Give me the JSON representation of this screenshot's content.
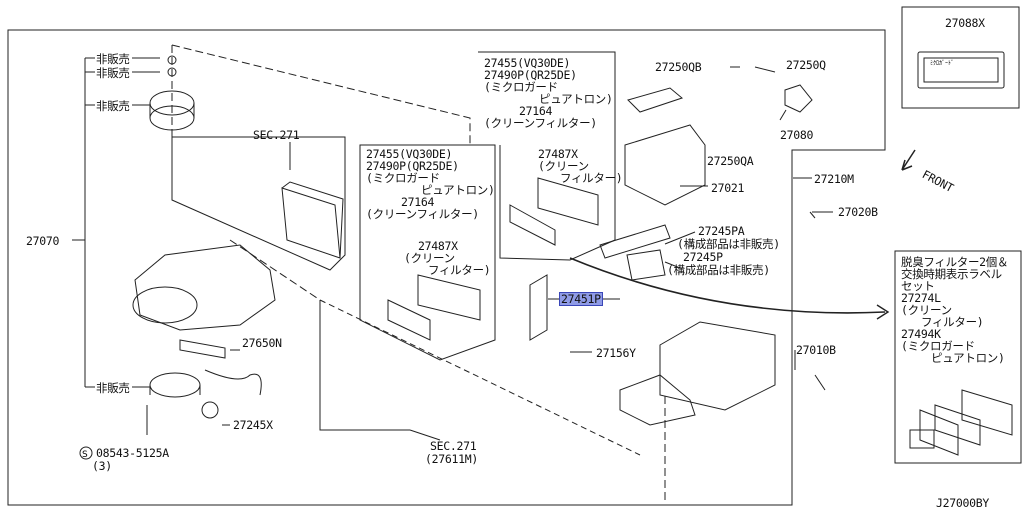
{
  "labels": {
    "p27088x": "27088X",
    "hihanbai1": "非販売",
    "hihanbai2": "非販売",
    "hihanbai3": "非販売",
    "hihanbai4": "非販売",
    "sec271_top": "SEC.271",
    "p27070": "27070",
    "p27650n": "27650N",
    "p27245x": "27245X",
    "screw_code": "08543-5125A",
    "screw_qty": "(3)",
    "sec271_bottom": "SEC.271",
    "sec271_bottom_sub": "(27611M)",
    "p27250qb": "27250QB",
    "p27250q": "27250Q",
    "p27080": "27080",
    "p27250qa": "27250QA",
    "p27021": "27021",
    "p27210m": "27210M",
    "p27020b": "27020B",
    "front": "FRONT",
    "p27245pa": "27245PA",
    "p27245pa_note": "(構成部品は非販売)",
    "p27245p": "27245P",
    "p27245p_note": "(構成部品は非販売)",
    "p27451p": "27451P",
    "p27156y": "27156Y",
    "p27010b": "27010B",
    "ref": "J27000BY"
  },
  "filter_box_upper": [
    "27455(VQ30DE)",
    "27490P(QR25DE)",
    "(ミクロガード",
    "ピュアトロン)",
    "27164",
    "(クリーンフィルター)"
  ],
  "filter_box_upper_sub": [
    "27487X",
    "(クリーン",
    "フィルター)"
  ],
  "filter_box_mid": [
    "27455(VQ30DE)",
    "27490P(QR25DE)",
    "(ミクロガード",
    "ピュアトロン)",
    "27164",
    "(クリーンフィルター)"
  ],
  "filter_box_mid_sub": [
    "27487X",
    "(クリーン",
    "フィルター)"
  ],
  "kit_box": [
    "脱臭フィルター2個＆",
    "交換時期表示ラベル",
    "セット",
    "27274L",
    "(クリーン",
    "フィルター)",
    "27494K",
    "(ミクロガード",
    "ピュアトロン)"
  ],
  "label_sticker_text": "ﾐｸﾛｶﾞｰﾄﾞ",
  "colors": {
    "line": "#222222",
    "highlight": "#8f9be6"
  }
}
